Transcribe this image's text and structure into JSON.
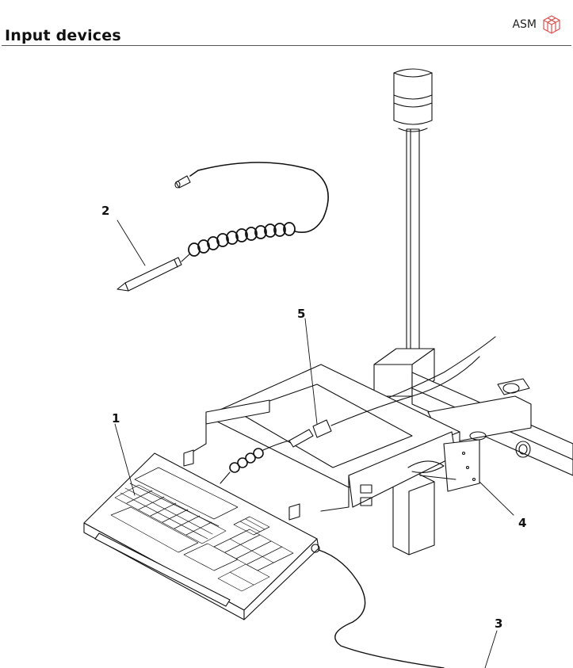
{
  "header": {
    "title": "Input devices",
    "brand": "ASM",
    "logo_icon": "asm-cube-logo-icon",
    "logo_color": "#d9534f"
  },
  "callouts": [
    {
      "id": "1",
      "label": "1"
    },
    {
      "id": "2",
      "label": "2"
    },
    {
      "id": "3",
      "label": "3"
    },
    {
      "id": "4",
      "label": "4"
    },
    {
      "id": "5",
      "label": "5"
    }
  ]
}
